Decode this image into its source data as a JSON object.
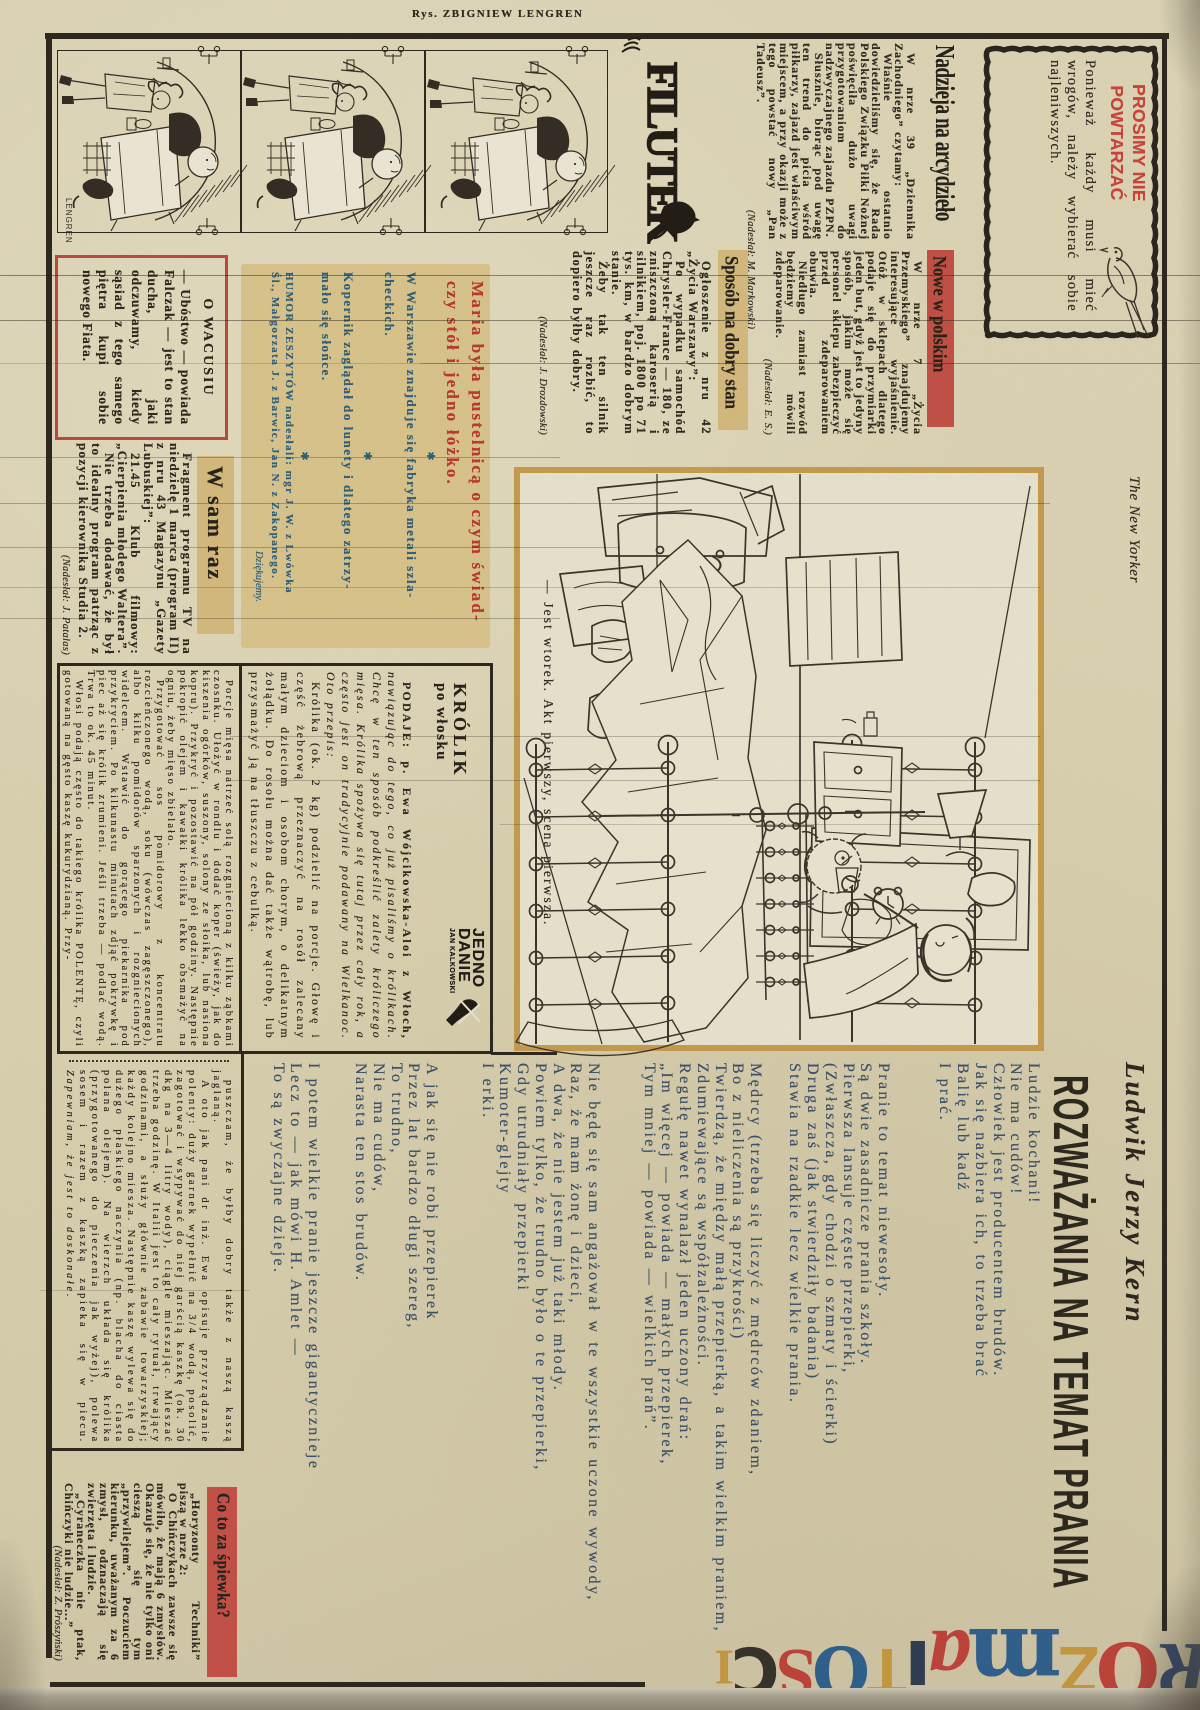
{
  "page_title": "ROZMAITOŚCI",
  "strip": {
    "credit": "Rys. ZBIGNIEW LENGREN",
    "logo": "FILUTEK",
    "panel_signature": "LENGREN"
  },
  "prosimy": {
    "title_lines": [
      "PROSIMY NIE",
      "POWTARZAĆ"
    ],
    "body": "Ponieważ każdy musi mieć wrogów, należy wybierać sobie najleniwszych."
  },
  "nadzieja": {
    "title": "Nadzieja na arcydzieło",
    "para1": "W nrze 39 „Dziennika Zachodniego” czytamy:",
    "para2": "Właśnie ostatnio dowiedzieliśmy się, że Rada Polskiego Związku Piłki Nożnej poświęciła dużo uwagi przygotowaniom do nadzwyczajnego zajazdu PZPN.",
    "para3": "Słusznie, biorąc pod uwagę ten trend do picia wśród piłkarzy, zajazd jest właściwym miejscem, a przy okazji może z tego powstać nowy „Pan Tadeusz”.",
    "credit": "(Nadesłał: M. Markowski)"
  },
  "nowe": {
    "title": "Nowe w polskim",
    "para1": "W nrze 7 „Życia Przemyskiego” znajdujemy interesujące wyjaśnienie. Otóż w sklepach dlatego podaje się do przymiarki jeden but, gdyż jest to jedyny sposób, jakim może się personel sklepu zabezpieczyć przed zdeparowaniem obuwia.",
    "para2": "Niedługo zamiast rozwód będziemy mówili zdeparowanie.",
    "credit": "(Nadesłał: E. S.)"
  },
  "sposob": {
    "title": "Sposób na dobry stan",
    "para1": "Ogłoszenie z nru 42 „Życia Warszawy”:",
    "para2": "Po wypadku samochód Chrysler-France — 180, ze zniszczoną karoserią i silnikiem, poj. 1800 po 71 tys. km, w bardzo dobrym stanie.",
    "para3": "Żeby tak ten silnik jeszcze raz rozbić, to dopiero byłby dobry.",
    "credit": "(Nadesłał: J. Drozdowski)"
  },
  "humor": {
    "highlight": "Maria była pustelnicą o czym świad-\nczy stół i jedno łóżko.",
    "star": "✱",
    "quote1": [
      "W Warszawie znajduje się fabryka metali szla-",
      "checkich."
    ],
    "quote2": [
      "Kopernik zaglądał do lunety i dlatego zatrzy-",
      "mało się słońce."
    ],
    "credits": [
      "HUMOR ZESZYTÓW nadesłali: mgr J. W. z Lwówka",
      "Śl., Małgorzata J. z Barwic, Jan N. z Zakopanego."
    ],
    "thanks": "Dziękujemy."
  },
  "wsamraz": {
    "title": "W sam raz",
    "para1": "Fragment programu TV na niedzielę 1 marca (program II) z nru 43 Magazynu „Gazety Lubuskiej”:",
    "para2": "21.45 Klub filmowy: „Cierpienia młodego Waltera”.",
    "para3": "Nie trzeba dodawać, że był to idealny program patrząc z pozycji kierownika Studia 2.",
    "credit": "(Nadesłał: J. Patalas)"
  },
  "owacusiu": {
    "title": "O WACUSIU",
    "body": "— Ubóstwo — powiada Falczak — jest to stan ducha, jaki odczuwamy, kiedy sąsiad z tego samego piętra kupi sobie nowego Fiata."
  },
  "krolik": {
    "title1": "KRÓLIK",
    "title2": "po włosku",
    "lead_bold": "PODAJE: p. Ewa Wójcikowska-Aloi z Włoch,",
    "lead_italic": "nawiązując do tego, co już pisaliśmy o królikach. Chcę w ten sposób podkreślić zalety króliczego mięsa. Królika spożywa się tutaj przez cały rok, a często jest on tradycyjnie podawany na Wielkanoc. Oto przepis:",
    "para2": "Królika (ok. 2 kg) podzielić na porcje. Głowę i część żebrową przeznaczyć na rosół zalecany małym dzieciom i osobom chorym, o delikatnym żołądku. Do rosołu można dać także wątrobę, lub przysmażyć ją na tłuszczu z cebulką.",
    "stamp_line1": "JEDNO",
    "stamp_line2": "DANIE",
    "stamp_line3": "JAN KALKOWSKI",
    "cont1": "Porcje mięsa natrzeć solą rozgniecioną z kilku ząbkami czosnku. Ułożyć w rondlu i dodać koper (świeży, jak do kiszenia ogórków, suszony, solony ze słoika, lub nasiona kopru). Przykryć i pozostawić na pół godziny. Następnie pokropić olejem i kawałki królika lekko obsmażyć na ogniu, żeby mięso zbielało.",
    "cont2": "Przygotować sos pomidorowy z koncentratu rozcieńczonego wodą, soku (wówczas zagęszczonego), albo kilku pomidorów sparzonych i rozgniecionych widelcem. Wstawić do gorącego piekarnika pod przykryciem. Po kilkunastu minutach zdjąć pokrywkę i piec aż się królik zrumieni. Jeśli trzeba — podlać wodą. Trwa to ok. 45 minut.",
    "cont3": "Włosi podają często do takiego królika POLENTĘ, czyli gotowaną na gęsto kaszę kukurydzianą. Przy-"
  },
  "polenta": {
    "para1": "puszczam, że byłby dobry także z naszą kaszą jaglaną.",
    "para2": "A oto jak pani dr inż. Ewa opisuje przyrządzanie polenty: duży garnek wypełnić na 3/4 wodą, posolić, zagotować i wsypywać do niej garścią kaszkę (ok. 30 dkg na 3—4 litry wody), ciągle mieszając. Mieszać trzeba godzinę. W Italii jest to cały rytuał, trwający godzinami, a służy głównie zabawie towarzyskiej; każdy kolejno miesza. Następnie kaszę wylewa się do dużego płaskiego naczynia (np. blacha do ciasta polana olejem). Na wierzch układa się królika (przygotowanego do pieczenia jak wyżej), polewa sosem i razem z kaszką zapieka się w piecu.",
    "para3": "Zapewniam, że jest to doskonałe."
  },
  "cartoon": {
    "credit": "The New Yorker",
    "caption": "— Jest wtorek. Akt pierwszy, scena pierwsza."
  },
  "poem": {
    "author": "Ludwik Jerzy Kern",
    "title": "ROZWAŻANIA NA TEMAT PRANIA",
    "stanzas": [
      [
        "Ludzie kochani!",
        "Nie ma cudów!",
        "Człowiek jest producentem brudów.",
        "Jak się nazbiera ich, to trzeba brać",
        "Balię lub kadź",
        "I prać."
      ],
      [
        "Pranie to temat niewesoły.",
        "Są dwie zasadnicze prania szkoły.",
        "Pierwsza lansuje częste przepierki,",
        "(Zwłaszcza, gdy chodzi o szmaty i ścierki)",
        "Druga zaś (jak stwierdziły badania)",
        "Stawia na rzadkie lecz wielkie prania."
      ],
      [
        "Mędrcy (trzeba się liczyć z mędrców zdaniem,",
        "Bo z nieliczenia są przykrości)",
        "Twierdzą, że między małą przepierką, a takim wielkim praniem,",
        "Zdumiewające są współzależności.",
        "Regułę nawet wynalazł jeden uczony drań:",
        "„Im więcej — powiada — małych przepierek,",
        "Tym mniej — powiada — wielkich prań”."
      ],
      [
        "Nie będę się sam angażował w te wszystkie uczone wywody,",
        "Raz, że mam żonę i dzieci,",
        "A dwa, że nie jestem już taki młody.",
        "Powiem tylko, że trudno było o te przepierki,",
        "Gdy utrudniały przepierki",
        "Kumoter-glejty",
        "I erki."
      ],
      [
        "A jak się nie robi przepierek",
        "Przez lat bardzo długi szereg,",
        "To trudno,",
        "Nie ma cudów,",
        "Narasta ten stos brudów."
      ],
      [
        "I potem wielkie pranie jeszcze gigantycznieje",
        "Lecz to — jak mówi H. Amlet —",
        "To są zwyczajne dzieje."
      ]
    ]
  },
  "spiewka": {
    "title": "Co to za śpiewka?",
    "para1": "„Horyzonty Techniki” piszą w nrze 2:",
    "para2": "O Chińczykach zawsze się mówiło, że mają 6 zmysłów. Okazuje się, że nie tylko oni cieszą się tym „przywilejem”. Poczuciem kierunku, uważanym za 6 zmysł, odznaczają się zwierzęta i ludzie.",
    "para3": "„Cyraneczka nie ptak, Chińczyki nie ludzie...”",
    "credit": "(Nadesłał: Z. Prószyński)"
  },
  "banner": {
    "word": "ROZMAITOŚCI",
    "letters": [
      {
        "ch": "R",
        "color": "#32486b"
      },
      {
        "ch": "O",
        "color": "#bb4138"
      },
      {
        "ch": "Z",
        "color": "#c3953e"
      },
      {
        "ch": "m",
        "color": "#2d5e8a"
      },
      {
        "ch": "a",
        "color": "#bb4138"
      },
      {
        "ch": "i",
        "color": "#2f3a52"
      },
      {
        "ch": "T",
        "color": "#c3953e"
      },
      {
        "ch": "O",
        "color": "#2d5e8a"
      },
      {
        "ch": "Ś",
        "color": "#bb4138"
      },
      {
        "ch": "C",
        "color": "#33302a"
      },
      {
        "ch": "I",
        "color": "#c3953e"
      }
    ]
  }
}
